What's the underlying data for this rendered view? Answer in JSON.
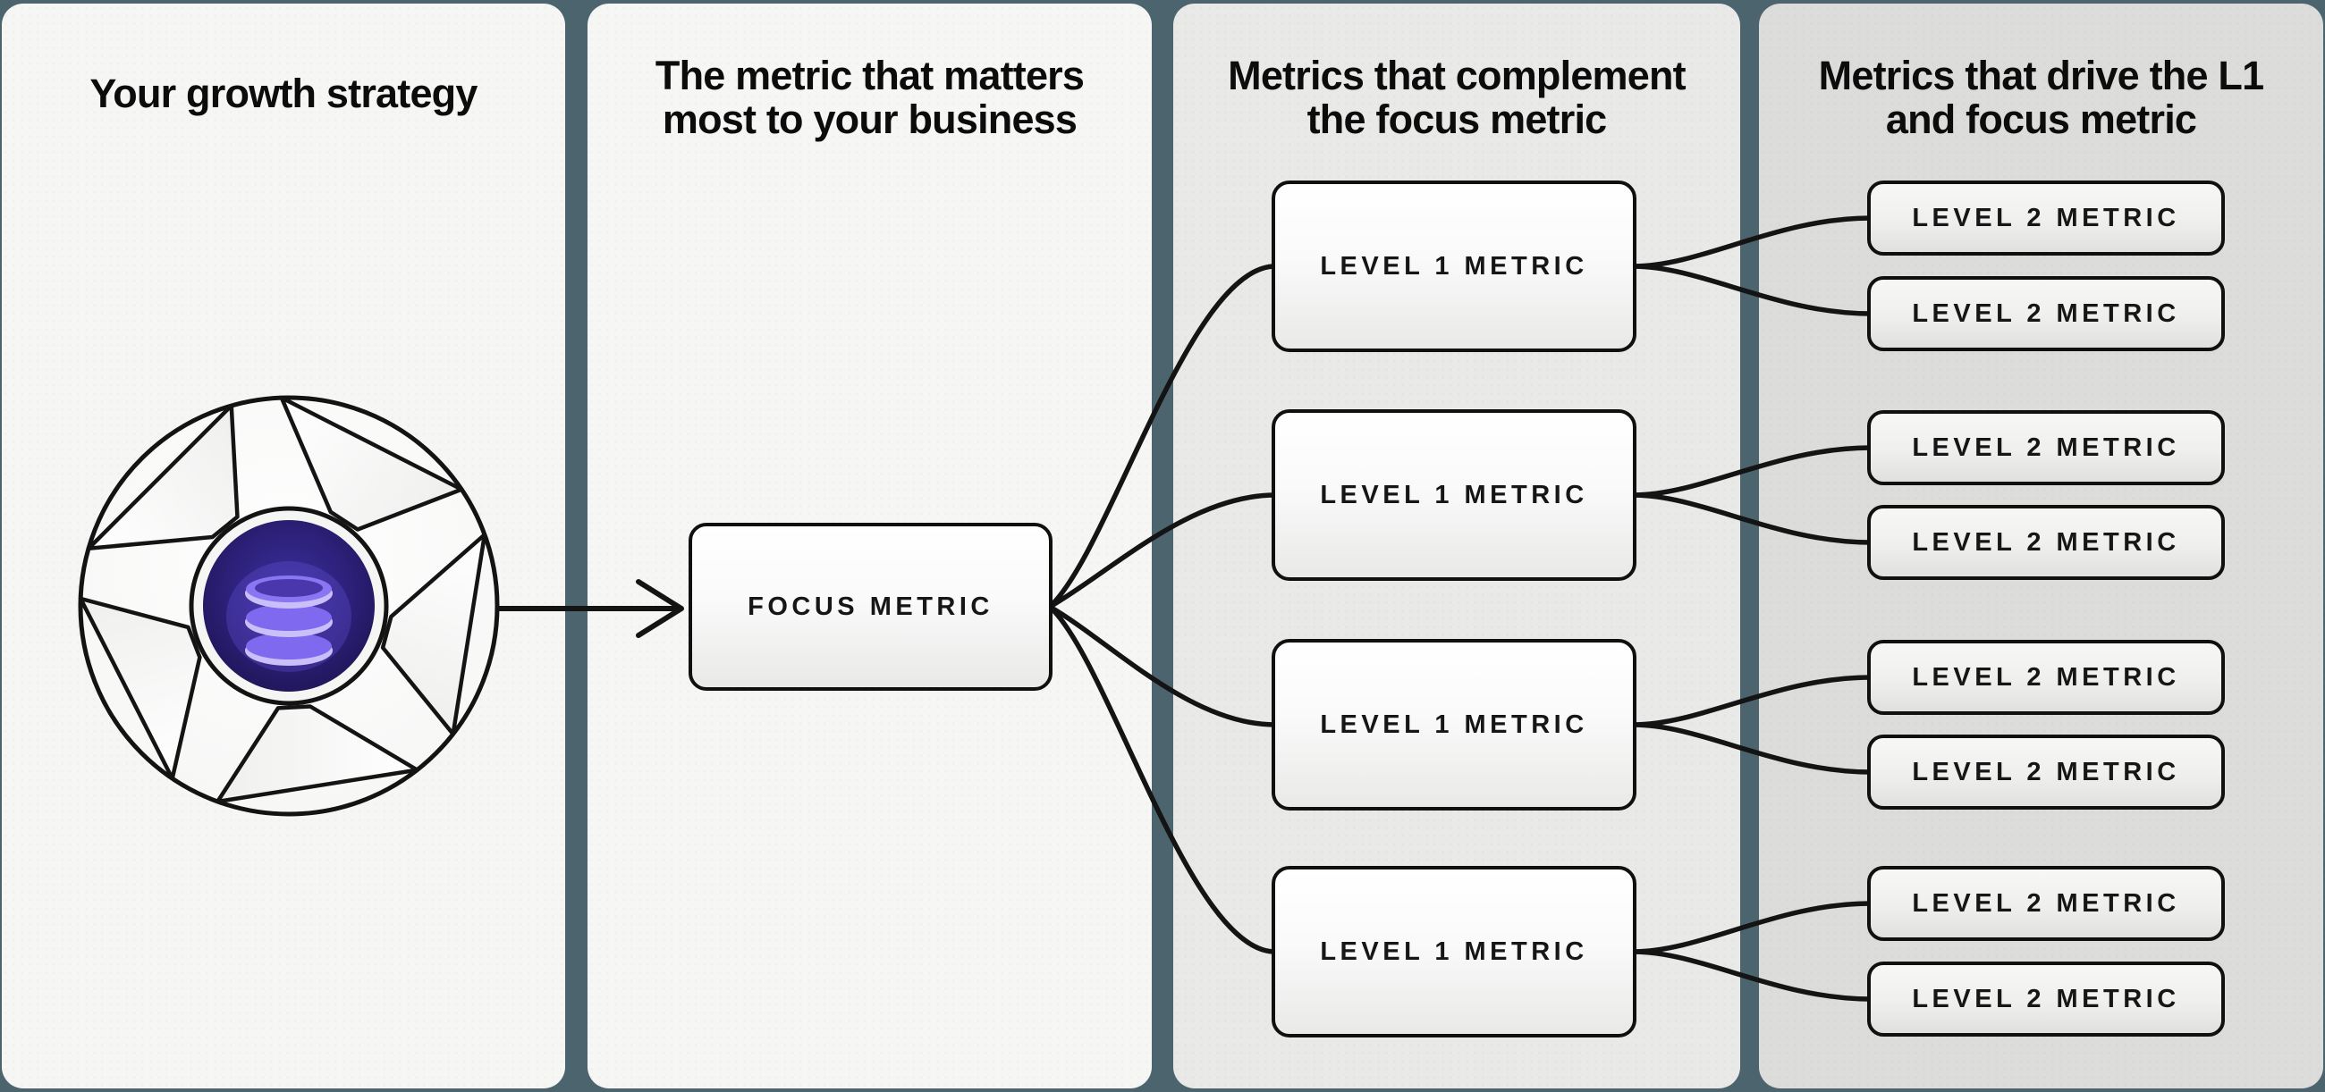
{
  "diagram": {
    "background_color": "#4c646d",
    "line_color": "#141414",
    "columns": [
      {
        "id": "growth-strategy",
        "title_lines": [
          "Your growth strategy"
        ],
        "card_color": "#f6f6f5",
        "icon": "flywheel-database-icon"
      },
      {
        "id": "focus-metric",
        "title_lines": [
          "The metric that matters",
          "most to your business"
        ],
        "card_color": "#f6f6f5",
        "boxes": [
          {
            "label": "FOCUS METRIC"
          }
        ]
      },
      {
        "id": "level-1-metrics",
        "title_lines": [
          "Metrics that complement",
          "the focus metric"
        ],
        "card_color": "#e9e9e8",
        "boxes": [
          {
            "label": "LEVEL 1 METRIC"
          },
          {
            "label": "LEVEL 1 METRIC"
          },
          {
            "label": "LEVEL 1 METRIC"
          },
          {
            "label": "LEVEL 1 METRIC"
          }
        ]
      },
      {
        "id": "level-2-metrics",
        "title_lines": [
          "Metrics that drive the L1",
          "and focus metric"
        ],
        "card_color": "#dcdcdb",
        "boxes": [
          {
            "label": "LEVEL 2 METRIC"
          },
          {
            "label": "LEVEL 2 METRIC"
          },
          {
            "label": "LEVEL 2 METRIC"
          },
          {
            "label": "LEVEL 2 METRIC"
          },
          {
            "label": "LEVEL 2 METRIC"
          },
          {
            "label": "LEVEL 2 METRIC"
          },
          {
            "label": "LEVEL 2 METRIC"
          },
          {
            "label": "LEVEL 2 METRIC"
          }
        ]
      }
    ],
    "icon_colors": {
      "core": "#2a1d6e",
      "database": "#7e69ef",
      "database_rim": "#cbbffa"
    }
  }
}
